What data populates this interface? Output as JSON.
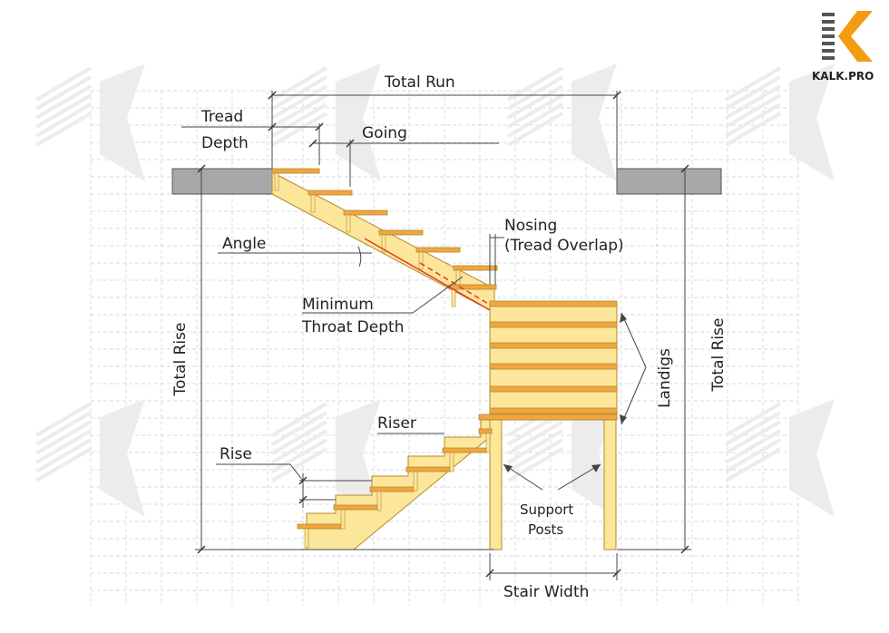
{
  "logo": {
    "brand_text": "KALK.PRO",
    "accent_color": "#f39c12",
    "dark_color": "#555555"
  },
  "labels": {
    "total_run": "Total Run",
    "tread_depth_line1": "Tread",
    "tread_depth_line2": "Depth",
    "going": "Going",
    "nosing_line1": "Nosing",
    "nosing_line2": "(Tread Overlap)",
    "angle": "Angle",
    "throat_line1": "Minimum",
    "throat_line2": "Throat Depth",
    "total_rise_left": "Total Rise",
    "total_rise_right": "Total Rise",
    "landings": "Landigs",
    "riser": "Riser",
    "rise": "Rise",
    "support_line1": "Support",
    "support_line2": "Posts",
    "stair_width": "Stair Width"
  },
  "colors": {
    "tread": "#f0a640",
    "stringer": "#fbe69a",
    "stringer_edge": "#b58a2e",
    "floor": "#a8a8a8",
    "throat_line": "#e03a2a",
    "watermark": "#ececec"
  }
}
